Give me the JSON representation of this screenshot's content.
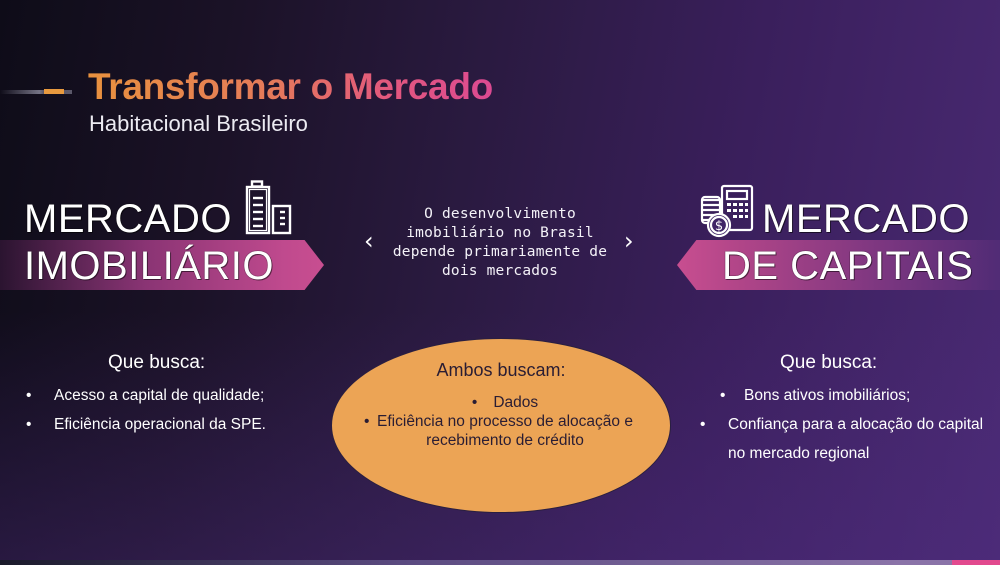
{
  "header": {
    "title": "Transformar o Mercado",
    "subtitle": "Habitacional Brasileiro"
  },
  "left_market": {
    "line1": "MERCADO",
    "line2": "IMOBILIÁRIO",
    "icon": "buildings-icon",
    "heading": "Que busca:",
    "items": [
      "Acesso a capital de qualidade;",
      "Eficiência operacional da SPE."
    ]
  },
  "right_market": {
    "line1": "MERCADO",
    "line2": "DE CAPITAIS",
    "icon": "calculator-coins-icon",
    "heading": "Que busca:",
    "items": [
      "Bons ativos imobiliários;",
      "Confiança para a alocação do capital no mercado regional"
    ]
  },
  "center": {
    "statement": "O desenvolvimento imobiliário no Brasil depende primariamente de dois mercados",
    "left_arrow": "‹",
    "right_arrow": "›"
  },
  "shared": {
    "heading": "Ambos buscam:",
    "items": [
      "Dados",
      "Eficiência no processo de alocação e recebimento de crédito"
    ]
  },
  "bullet": "•",
  "colors": {
    "title_gradient_start": "#e8913e",
    "title_gradient_end": "#dc4a92",
    "ribbon_pink": "#c84e90",
    "ellipse_fill": "#eca455",
    "accent_orange": "#e89a3f",
    "accent_pink": "#e2498e"
  }
}
